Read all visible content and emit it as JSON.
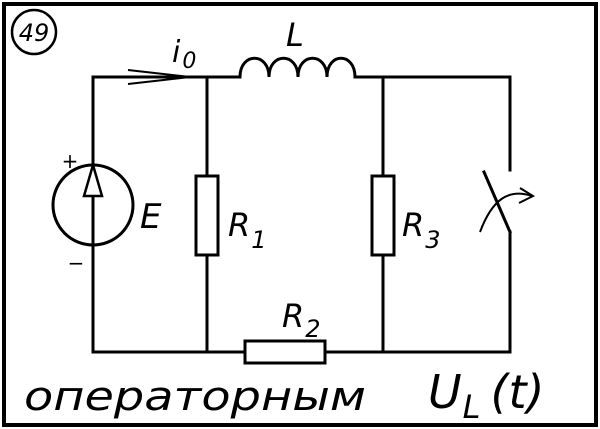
{
  "badge": {
    "number": "49"
  },
  "source": {
    "label": "E",
    "plus": "+",
    "minus": "−"
  },
  "current": {
    "symbol": "i",
    "subscript": "0"
  },
  "inductor": {
    "label": "L"
  },
  "resistors": {
    "r1": {
      "symbol": "R",
      "subscript": "1"
    },
    "r2": {
      "symbol": "R",
      "subscript": "2"
    },
    "r3": {
      "symbol": "R",
      "subscript": "3"
    }
  },
  "caption": {
    "method": "операторным",
    "target_symbol": "U",
    "target_subscript": "L",
    "target_arg": "(t)"
  }
}
